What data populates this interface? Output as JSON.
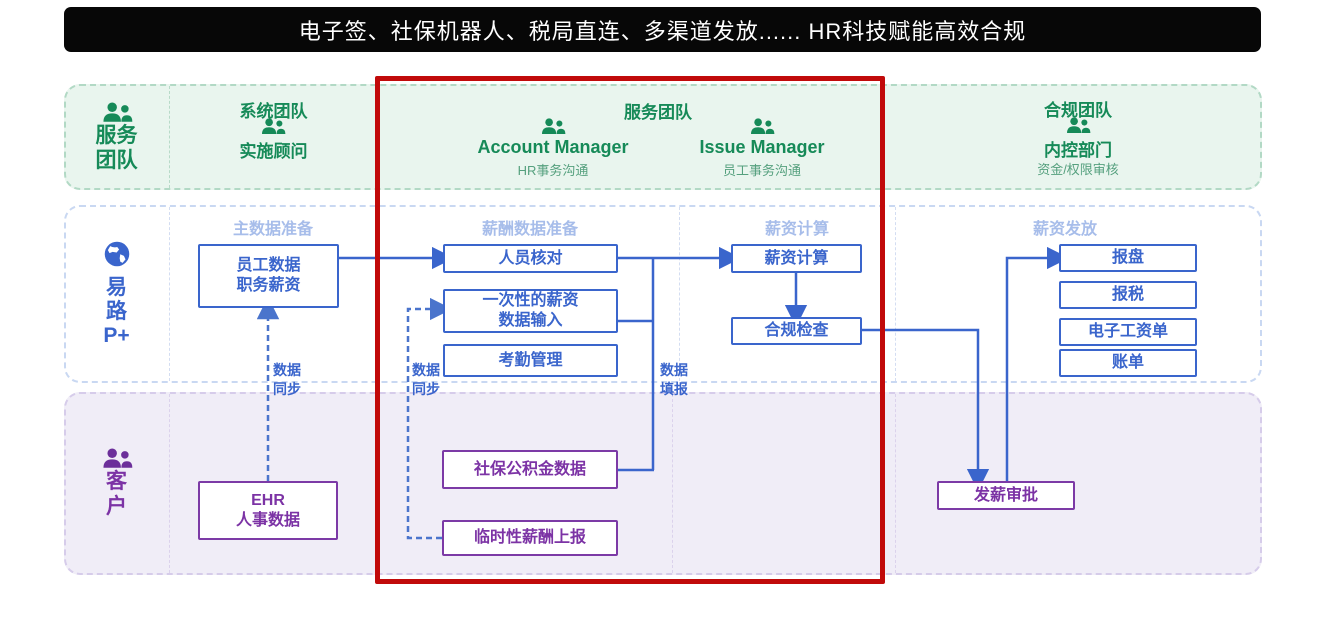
{
  "banner": {
    "text": "电子签、社保机器人、税局直连、多渠道发放...... HR科技赋能高效合规"
  },
  "colors": {
    "green": "#168a58",
    "green_light": "#55a07e",
    "blue": "#3a65cc",
    "header_blue": "#a7bdea",
    "purple": "#7c33a5",
    "red_highlight": "#c10a0a",
    "band_green_bg": "#e9f5ee",
    "band_purple_bg": "#f0edf7"
  },
  "service_lane": {
    "label": {
      "line1": "服务",
      "line2": "团队"
    },
    "system": {
      "title": "系统团队",
      "subtitle": "实施顾问"
    },
    "service_group": {
      "title": "服务团队",
      "account_manager": {
        "name": "Account Manager",
        "desc": "HR事务沟通"
      },
      "issue_manager": {
        "name": "Issue Manager",
        "desc": "员工事务沟通"
      }
    },
    "compliance": {
      "title": "合规团队",
      "subtitle": "内控部门",
      "desc": "资金/权限审核"
    }
  },
  "platform_lane": {
    "label": {
      "line1": "易",
      "line2": "路",
      "line3": "P+"
    },
    "headers": {
      "master": "主数据准备",
      "payroll_prep": "薪酬数据准备",
      "calc": "薪资计算",
      "payout": "薪资发放"
    },
    "boxes": {
      "employee_data": {
        "line1": "员工数据",
        "line2": "职务薪资"
      },
      "personnel_check": "人员核对",
      "onetime_salary": {
        "line1": "一次性的薪资",
        "line2": "数据输入"
      },
      "attendance": "考勤管理",
      "salary_calc": "薪资计算",
      "compliance_check": "合规检查",
      "payout_disk": "报盘",
      "tax_report": "报税",
      "e_payslip": "电子工资单",
      "bill": "账单"
    }
  },
  "customer_lane": {
    "label": {
      "line1": "客",
      "line2": "户"
    },
    "boxes": {
      "ehr": {
        "line1": "EHR",
        "line2": "人事数据"
      },
      "social_fund": "社保公积金数据",
      "temp_salary": "临时性薪酬上报",
      "payout_approval": "发薪审批"
    }
  },
  "edge_labels": {
    "sync_left": {
      "line1": "数据",
      "line2": "同步"
    },
    "sync_mid": {
      "line1": "数据",
      "line2": "同步"
    },
    "fill": {
      "line1": "数据",
      "line2": "填报"
    }
  }
}
